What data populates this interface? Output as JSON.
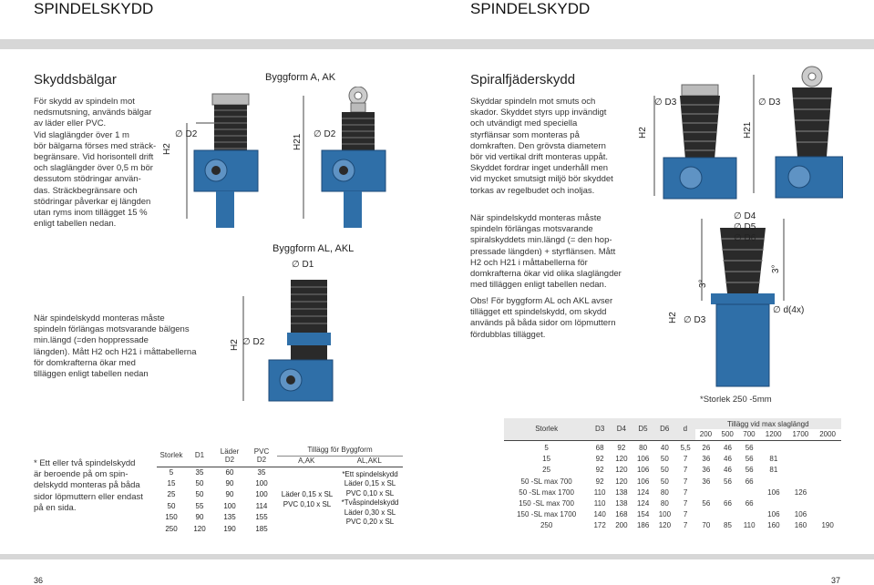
{
  "header": {
    "left_title": "SPINDELSKYDD",
    "right_title": "SPINDELSKYDD"
  },
  "left": {
    "title": "Skyddsbälgar",
    "intro": "För skydd av spindeln mot\nnedsmutsning, används bälgar\nav läder eller PVC.\nVid slaglängder över 1 m\nbör bälgarna förses med sträck-\nbegränsare. Vid horisontell drift\noch slaglängder över 0,5 m bör\ndessutom stödringar använ-\ndas. Sträckbegränsare och\nstödringar påverkar ej längden\nutan ryms inom tillägget 15 %\nenligt tabellen nedan.",
    "note": "När spindelskydd monteras måste\nspindeln förlängas motsvarande bälgens\nmin.längd (=den hoppressade\nlängden). Mått H2 och H21 i måttabellerna\nför domkrafterna ökar med\ntilläggen enligt tabellen nedan",
    "footnote": "* Ett eller två spindelskydd\när beroende på om spin-\ndelskydd monteras på båda\nsidor löpmuttern eller endast\npå en sida.",
    "figure_labels": {
      "byggform_a": "Byggform A, AK",
      "byggform_al": "Byggform AL, AKL",
      "h2": "H2",
      "h21": "H21",
      "d2": "D2",
      "d1": "D1"
    },
    "table": {
      "headers": {
        "storlek": "Storlek",
        "d1": "D1",
        "lader": "Läder",
        "lader_sub": "D2",
        "pvc": "PVC",
        "pvc_sub": "D2",
        "tillagg": "Tillägg för Byggform",
        "a_ak": "A,AK",
        "al_akl": "AL,AKL"
      },
      "storlek": [
        "5",
        "15",
        "25",
        "50",
        "150",
        "250"
      ],
      "d1": [
        "35",
        "50",
        "50",
        "55",
        "90",
        "120"
      ],
      "lader": [
        "60",
        "90",
        "90",
        "100",
        "135",
        "190"
      ],
      "pvc": [
        "35",
        "100",
        "100",
        "114",
        "155",
        "185"
      ],
      "a_ak": [
        "Läder 0,15 x SL",
        "PVC 0,10 x SL"
      ],
      "al_akl": [
        "*Ett spindelskydd",
        "Läder 0,15 x SL",
        "PVC 0,10 x SL",
        "*Tvåspindelskydd",
        "Läder 0,30 x SL",
        "PVC 0,20 x SL"
      ]
    },
    "page_number": "36"
  },
  "right": {
    "title": "Spiralfjäderskydd",
    "intro": "Skyddar spindeln mot smuts och\nskador. Skyddet styrs upp invändigt\noch utvändigt med speciella\nstyrflänsar som monteras på\ndomkraften. Den grövsta diametern\nbör vid vertikal drift monteras uppåt.\nSkyddet fordrar inget underhåll men\nvid mycket smutsigt miljö bör skyddet\ntorkas av regelbudet och inoljas.",
    "note": "När spindelskydd monteras måste\nspindeln förlängas motsvarande\nspiralskyddets min.längd (= den hop-\npressade längden) + styrflänsen. Mått\nH2 och H21 i måttabellerna för\ndomkrafterna ökar vid olika slaglängder\nmed tilläggen enligt tabellen nedan.",
    "obs": "Obs! För byggform AL och AKL avser\ntillägget ett spindelskydd, om skydd\nanvänds på båda sidor om löpmuttern\nfördubblas tillägget.",
    "figure_labels": {
      "h2": "H2",
      "h21": "H21",
      "d3": "D3",
      "d4": "D4",
      "d5": "D5",
      "d6": "D6",
      "three": "3°",
      "d4x": "d(4x)"
    },
    "storlek_note": "*Storlek 250 -5mm",
    "table": {
      "headers": [
        "Storlek",
        "D3",
        "D4",
        "D5",
        "D6",
        "d"
      ],
      "tillagg_header": "Tillägg vid max slaglängd",
      "tillagg_cols": [
        "200",
        "500",
        "700",
        "1200",
        "1700",
        "2000"
      ],
      "rows": [
        [
          "5",
          "68",
          "92",
          "80",
          "40",
          "5,5",
          "26",
          "46",
          "56",
          "",
          "",
          ""
        ],
        [
          "15",
          "92",
          "120",
          "106",
          "50",
          "7",
          "36",
          "46",
          "56",
          "81",
          "",
          ""
        ],
        [
          "25",
          "92",
          "120",
          "106",
          "50",
          "7",
          "36",
          "46",
          "56",
          "81",
          "",
          ""
        ],
        [
          "50 -SL max 700",
          "92",
          "120",
          "106",
          "50",
          "7",
          "36",
          "56",
          "66",
          "",
          "",
          ""
        ],
        [
          "50 -SL max 1700",
          "110",
          "138",
          "124",
          "80",
          "7",
          "",
          "",
          "",
          "106",
          "126",
          ""
        ],
        [
          "150 -SL max 700",
          "110",
          "138",
          "124",
          "80",
          "7",
          "56",
          "66",
          "66",
          "",
          "",
          ""
        ],
        [
          "150 -SL max 1700",
          "140",
          "168",
          "154",
          "100",
          "7",
          "",
          "",
          "",
          "106",
          "106",
          ""
        ],
        [
          "250",
          "172",
          "200",
          "186",
          "120",
          "7",
          "70",
          "85",
          "110",
          "160",
          "160",
          "190"
        ]
      ]
    },
    "page_number": "37"
  },
  "colors": {
    "band": "#d7d7d7",
    "machine_blue": "#2f6fa8",
    "bellows": "#2a2a2a"
  }
}
